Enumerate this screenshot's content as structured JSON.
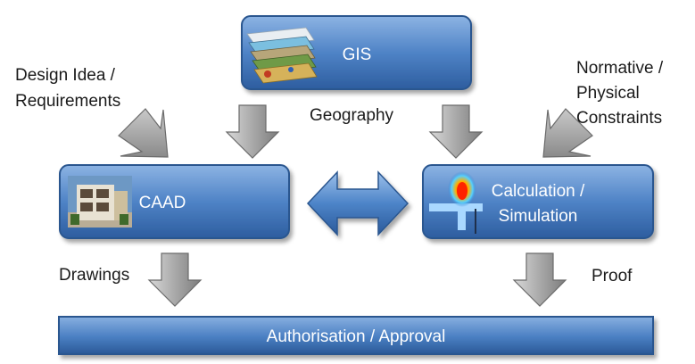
{
  "diagram": {
    "boxes": {
      "gis": "GIS",
      "caad": "CAAD",
      "calculation_line1": "Calculation /",
      "calculation_line2": "Simulation",
      "authorisation": "Authorisation / Approval"
    },
    "inputs": {
      "design_line1": "Design Idea /",
      "design_line2": "Requirements",
      "geography": "Geography",
      "normative_line1": "Normative /",
      "normative_line2": "Physical",
      "normative_line3": "Constraints"
    },
    "outputs": {
      "drawings": "Drawings",
      "proof": "Proof"
    }
  }
}
